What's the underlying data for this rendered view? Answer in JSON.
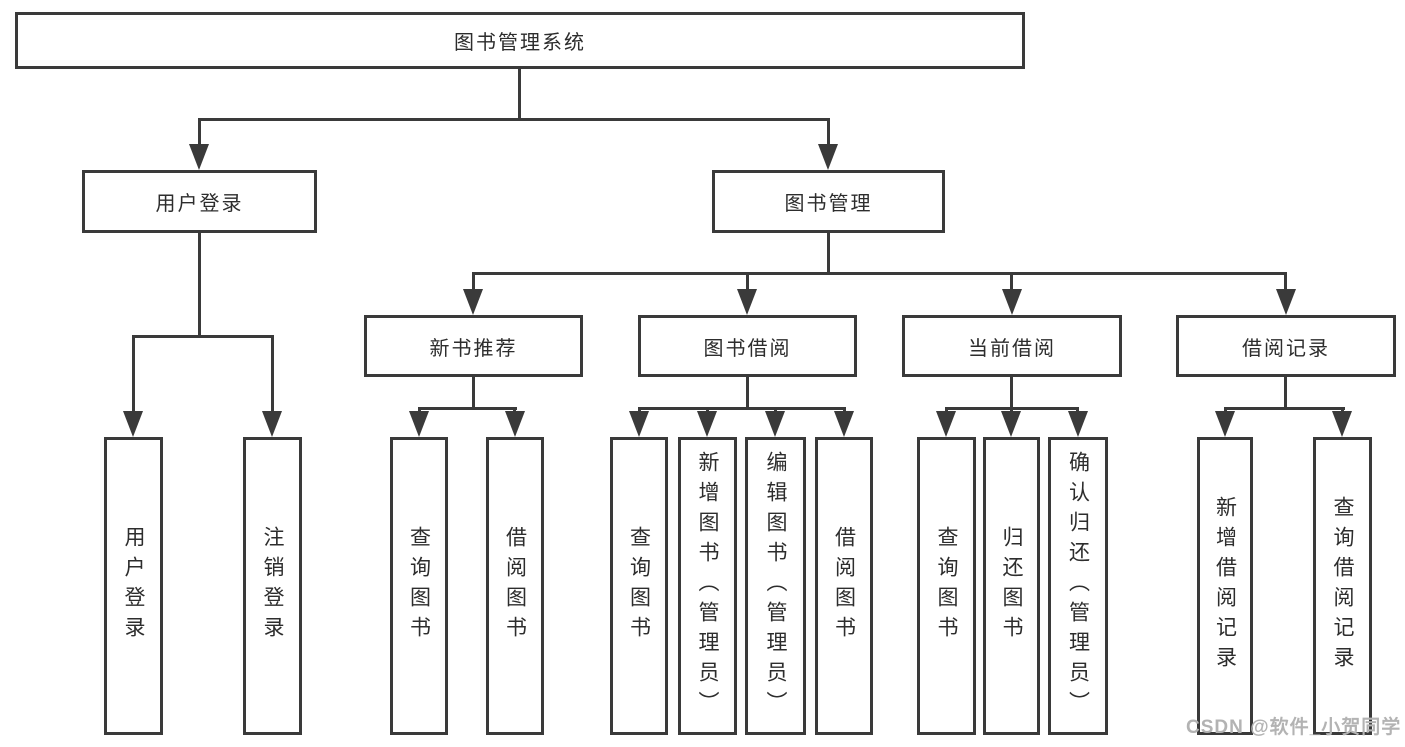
{
  "nodes": {
    "root": "图书管理系统",
    "user_login": "用户登录",
    "book_mgmt": "图书管理",
    "new_book_rec": "新书推荐",
    "book_borrow": "图书借阅",
    "current_borrow": "当前借阅",
    "borrow_records": "借阅记录",
    "leaf_user_login": "用户登录",
    "leaf_logout": "注销登录",
    "leaf_nb_query": "查询图书",
    "leaf_nb_borrow": "借阅图书",
    "leaf_bb_query": "查询图书",
    "leaf_bb_add": "新增图书（管理员）",
    "leaf_bb_edit": "编辑图书（管理员）",
    "leaf_bb_borrow": "借阅图书",
    "leaf_cb_query": "查询图书",
    "leaf_cb_return": "归还图书",
    "leaf_cb_confirm": "确认归还（管理员）",
    "leaf_br_add": "新增借阅记录",
    "leaf_br_query": "查询借阅记录"
  },
  "watermark": "CSDN @软件_小贺同学",
  "colors": {
    "line": "#3a3a3a",
    "text": "#2d2d2d",
    "watermark": "#b3b3b3",
    "background": "#ffffff"
  }
}
